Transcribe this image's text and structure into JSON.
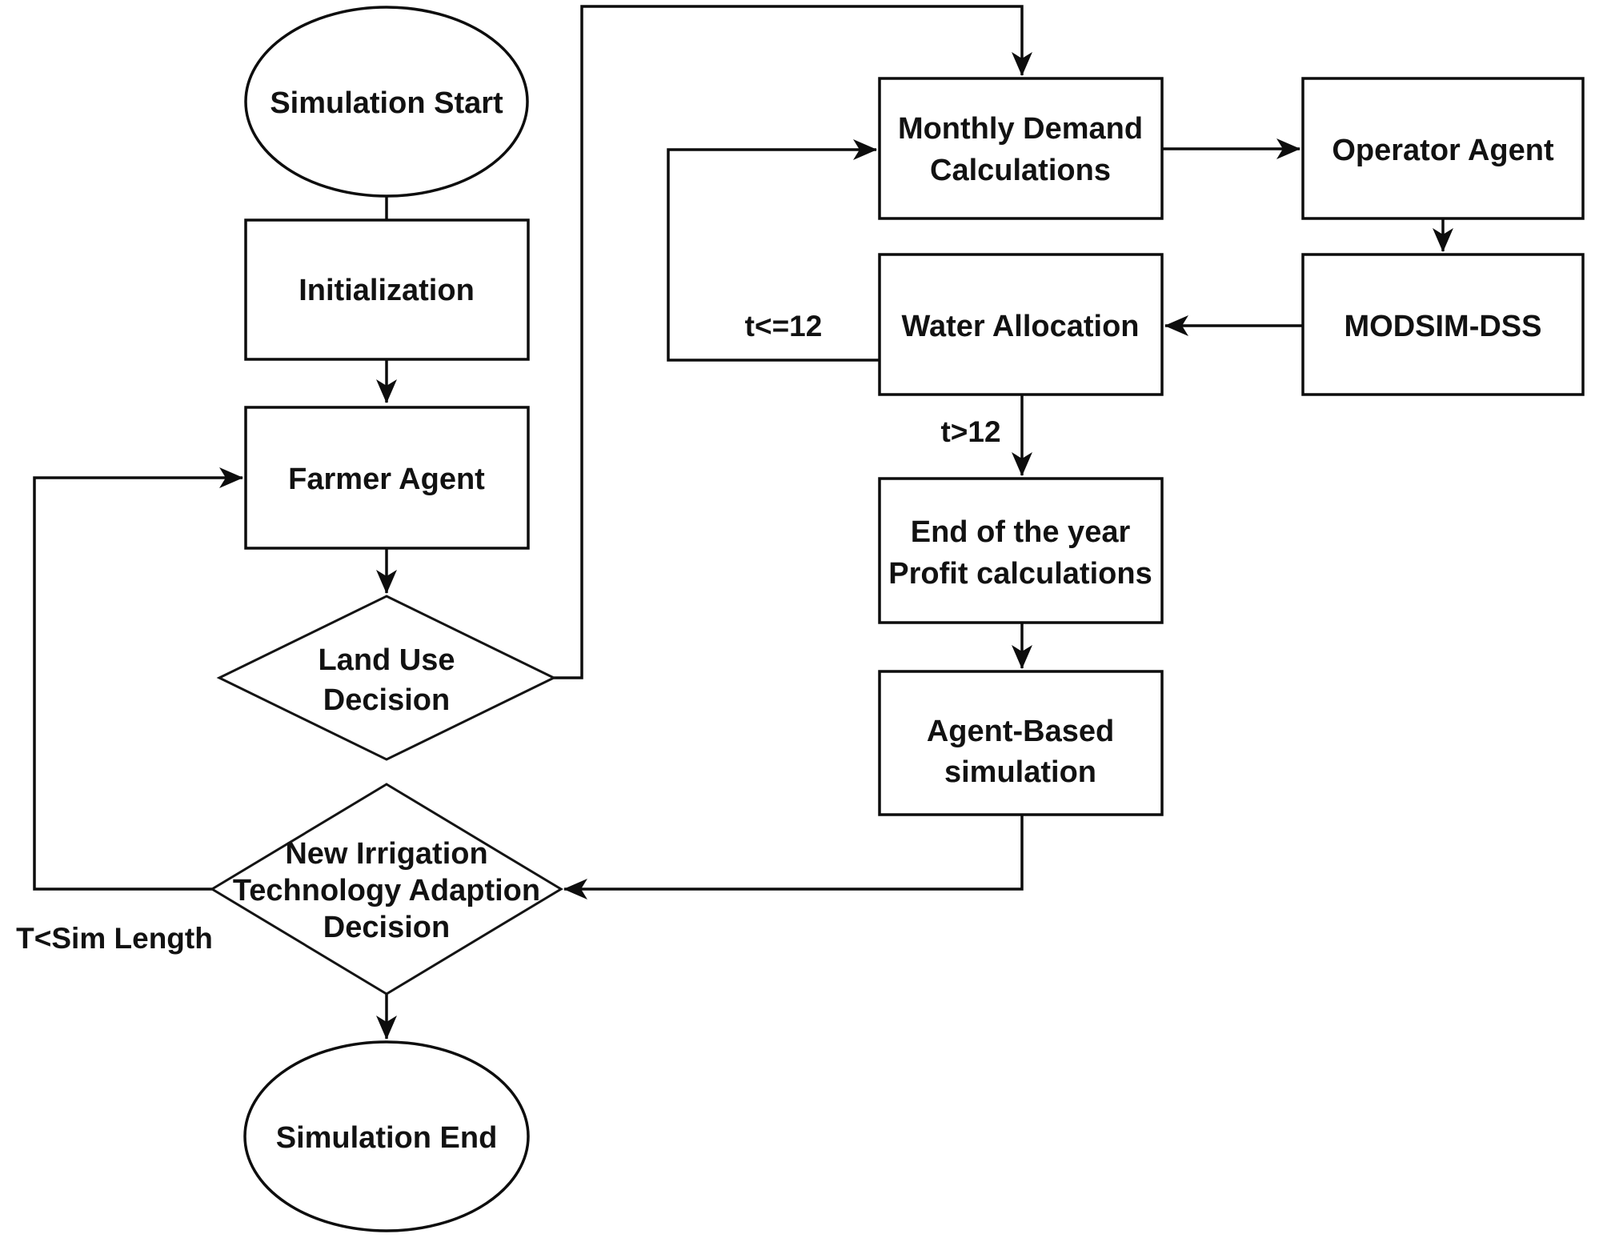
{
  "diagram": {
    "kind": "flowchart",
    "colors": {
      "background": "#ffffff",
      "stroke": "#0d0d0d",
      "text": "#121212"
    },
    "nodes": {
      "start": {
        "type": "terminator-ellipse",
        "label": "Simulation Start"
      },
      "initialization": {
        "type": "process",
        "label": "Initialization"
      },
      "farmer": {
        "type": "process",
        "label": "Farmer Agent"
      },
      "land_use": {
        "type": "decision",
        "lines": [
          "Land Use",
          "Decision"
        ]
      },
      "monthly": {
        "type": "process",
        "lines": [
          "Monthly Demand",
          "Calculations"
        ]
      },
      "operator": {
        "type": "process",
        "label": "Operator Agent"
      },
      "modsim": {
        "type": "process",
        "label": "MODSIM-DSS"
      },
      "water": {
        "type": "process",
        "label": "Water Allocation"
      },
      "end_year": {
        "type": "process",
        "lines": [
          "End of the year",
          "Profit calculations"
        ]
      },
      "agent_based": {
        "type": "process",
        "lines": [
          "Agent-Based",
          "simulation"
        ]
      },
      "irrigation": {
        "type": "decision",
        "lines": [
          "New Irrigation",
          "Technology Adaption",
          "Decision"
        ]
      },
      "end": {
        "type": "terminator-ellipse",
        "label": "Simulation End"
      }
    },
    "edge_labels": {
      "monthly_loop": "t<=12",
      "year_end": "t>12",
      "sim_loop": "T<Sim Length"
    }
  }
}
